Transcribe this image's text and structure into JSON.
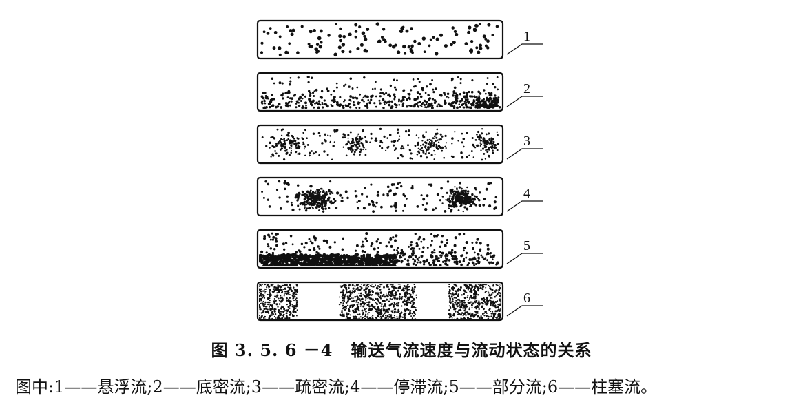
{
  "figure": {
    "number": "图 3. 5. 6 －4",
    "title": "输送气流速度与流动状态的关系",
    "legend": "图中:1——悬浮流;2——底密流;3——疏密流;4——停滞流;5——部分流;6——柱塞流。"
  },
  "pipes": [
    {
      "label": "1",
      "pattern": "uniform-sparse"
    },
    {
      "label": "2",
      "pattern": "dense-bottom"
    },
    {
      "label": "3",
      "pattern": "dense-clusters"
    },
    {
      "label": "4",
      "pattern": "stagnant-clusters"
    },
    {
      "label": "5",
      "pattern": "settled-layer"
    },
    {
      "label": "6",
      "pattern": "plug"
    }
  ],
  "colors": {
    "ink": "#111111",
    "background": "#ffffff"
  }
}
